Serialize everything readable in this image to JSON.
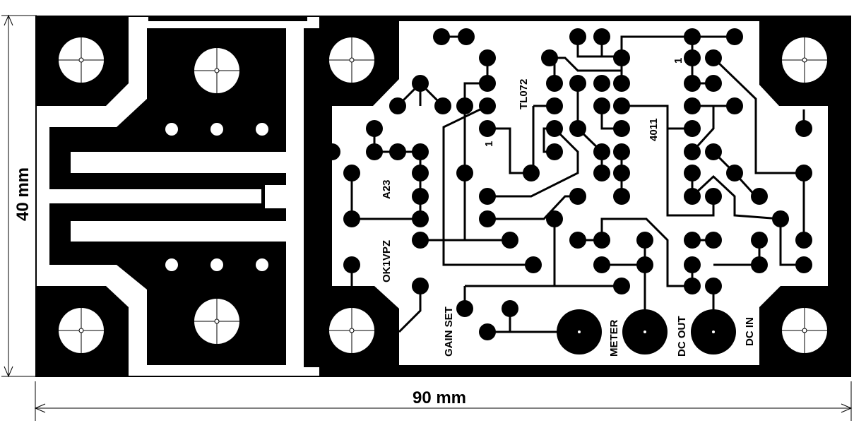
{
  "dimensions": {
    "width_label": "90 mm",
    "height_label": "40 mm"
  },
  "silkscreen": {
    "ic1": "TL072",
    "ic2": "4011",
    "pin1_a": "1",
    "pin1_b": "1",
    "board_id": "A23",
    "author": "OK1VPZ",
    "gain_set": "GAIN SET",
    "meter": "METER",
    "dc_out": "DC OUT",
    "dc_in": "DC IN"
  },
  "colors": {
    "copper": "#000000",
    "substrate": "#ffffff"
  }
}
